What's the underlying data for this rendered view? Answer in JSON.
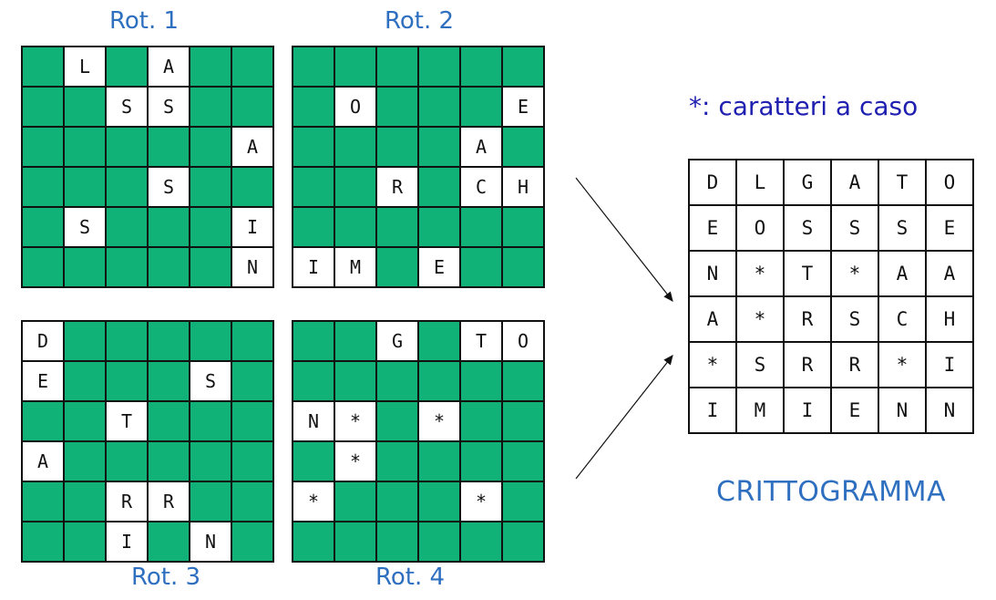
{
  "rotations": [
    {
      "label": "Rot. 1",
      "cells": [
        [
          "",
          "L",
          "",
          "A",
          "",
          ""
        ],
        [
          "",
          "",
          "S",
          "S",
          "",
          ""
        ],
        [
          "",
          "",
          "",
          "",
          "",
          "A"
        ],
        [
          "",
          "",
          "",
          "S",
          "",
          ""
        ],
        [
          "",
          "S",
          "",
          "",
          "",
          "I"
        ],
        [
          "",
          "",
          "",
          "",
          "",
          "N"
        ]
      ]
    },
    {
      "label": "Rot. 2",
      "cells": [
        [
          "",
          "",
          "",
          "",
          "",
          ""
        ],
        [
          "",
          "O",
          "",
          "",
          "",
          "E"
        ],
        [
          "",
          "",
          "",
          "",
          "A",
          ""
        ],
        [
          "",
          "",
          "R",
          "",
          "C",
          "H"
        ],
        [
          "",
          "",
          "",
          "",
          "",
          ""
        ],
        [
          "I",
          "M",
          "",
          "E",
          "",
          ""
        ]
      ]
    },
    {
      "label": "Rot. 3",
      "cells": [
        [
          "D",
          "",
          "",
          "",
          "",
          ""
        ],
        [
          "E",
          "",
          "",
          "",
          "S",
          ""
        ],
        [
          "",
          "",
          "T",
          "",
          "",
          ""
        ],
        [
          "A",
          "",
          "",
          "",
          "",
          ""
        ],
        [
          "",
          "",
          "R",
          "R",
          "",
          ""
        ],
        [
          "",
          "",
          "I",
          "",
          "N",
          ""
        ]
      ]
    },
    {
      "label": "Rot. 4",
      "cells": [
        [
          "",
          "",
          "G",
          "",
          "T",
          "O"
        ],
        [
          "",
          "",
          "",
          "",
          "",
          ""
        ],
        [
          "N",
          "*",
          "",
          "*",
          "",
          ""
        ],
        [
          "",
          "*",
          "",
          "",
          "",
          ""
        ],
        [
          "*",
          "",
          "",
          "",
          "*",
          ""
        ],
        [
          "",
          "",
          "",
          "",
          "",
          ""
        ]
      ]
    }
  ],
  "legend": "*: caratteri a caso",
  "cryptogram": {
    "label": "CRITTOGRAMMA",
    "cells": [
      [
        "D",
        "L",
        "G",
        "A",
        "T",
        "O"
      ],
      [
        "E",
        "O",
        "S",
        "S",
        "S",
        "E"
      ],
      [
        "N",
        "*",
        "T",
        "*",
        "A",
        "A"
      ],
      [
        "A",
        "*",
        "R",
        "S",
        "C",
        "H"
      ],
      [
        "*",
        "S",
        "R",
        "R",
        "*",
        "I"
      ],
      [
        "I",
        "M",
        "I",
        "E",
        "N",
        "N"
      ]
    ]
  },
  "colors": {
    "grid_green": "#10b277",
    "title_blue": "#2f6fc0",
    "legend_blue": "#1f1fb0"
  }
}
